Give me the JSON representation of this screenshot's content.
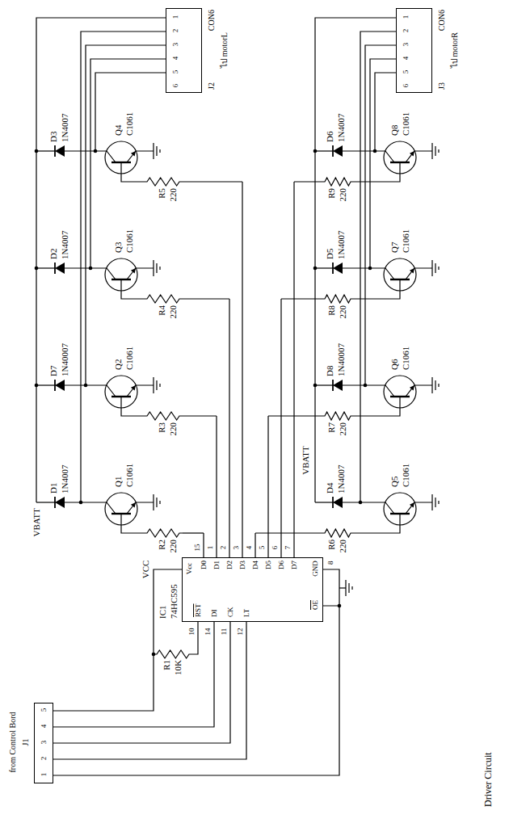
{
  "diagram": {
    "caption": "Driver Circuit",
    "nodes": [
      {
        "text": [
          "from Control Bord",
          "J1",
          "1",
          "2",
          "3",
          "4",
          "5"
        ]
      },
      {
        "text": [
          "IC1",
          "74HC595",
          "Vcc",
          "RST",
          "DI",
          "CK",
          "LT",
          "OE",
          "GND",
          "D0",
          "D1",
          "D2",
          "D3",
          "D4",
          "D5",
          "D6",
          "D7"
        ]
      },
      {
        "text": [
          "J2",
          "CON6",
          "ไป motorL",
          "1",
          "2",
          "3",
          "4",
          "5",
          "6"
        ]
      },
      {
        "text": [
          "J3",
          "CON6",
          "ไป motorR",
          "1",
          "2",
          "3",
          "4",
          "5",
          "6"
        ]
      }
    ],
    "edges": [
      {
        "from": 0,
        "to": 1,
        "arrow": "none"
      },
      {
        "from": 0,
        "to": 1,
        "arrow": "none"
      },
      {
        "from": 0,
        "to": 1,
        "arrow": "none"
      },
      {
        "from": 0,
        "to": 1,
        "arrow": "none"
      },
      {
        "from": 0,
        "to": 1,
        "arrow": "none"
      }
    ],
    "labels": [
      "VCC",
      "R1",
      "10K",
      "10",
      "14",
      "11",
      "12",
      "15",
      "1",
      "2",
      "3",
      "4",
      "5",
      "6",
      "7",
      "8",
      "VBATT",
      "VBATT",
      "D1",
      "1N4007",
      "Q1",
      "C1061",
      "R2",
      "220",
      "D7",
      "1N40007",
      "Q2",
      "C1061",
      "R3",
      "220",
      "D2",
      "1N4007",
      "Q3",
      "C1061",
      "R4",
      "220",
      "D3",
      "1N4007",
      "Q4",
      "C1061",
      "R5",
      "220",
      "D4",
      "1N4007",
      "Q5",
      "C1061",
      "R6",
      "220",
      "D8",
      "1N40007",
      "Q6",
      "C1061",
      "R7",
      "220",
      "D5",
      "1N4007",
      "Q7",
      "C1061",
      "R8",
      "220",
      "D6",
      "1N4007",
      "Q8",
      "C1061",
      "R9",
      "220"
    ]
  }
}
